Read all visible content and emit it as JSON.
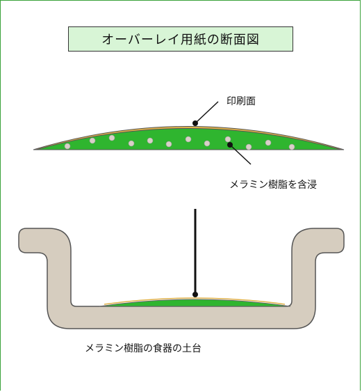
{
  "title": "オーバーレイ用紙の断面図",
  "labels": {
    "printed_surface": "印刷面",
    "resin_impregnated": "メラミン樹脂を含浸",
    "base": "メラミン樹脂の食器の土台"
  },
  "colors": {
    "frame": "#3aa23a",
    "title_bg": "#d8f5d6",
    "paper_green": "#2fb52f",
    "print_layer": "#e0b24a",
    "resin_dots": "#d9d0c8",
    "base_fill": "#d6cdbf",
    "base_stroke": "#555555"
  }
}
